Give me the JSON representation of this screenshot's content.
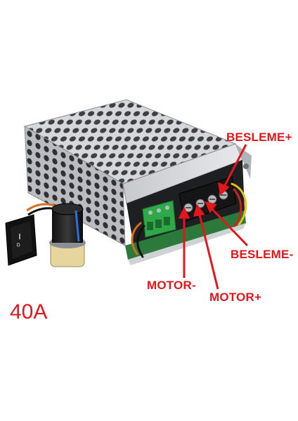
{
  "labels": {
    "besleme_plus": "BESLEME+",
    "besleme_minus": "BESLEME-",
    "motor_minus": "MOTOR-",
    "motor_plus": "MOTOR+"
  },
  "rating": "40A",
  "colors": {
    "accent_red": "#e3161b",
    "background": "#ffffff",
    "terminal_green": "#2fa84a",
    "casing_metal": "#c9ccd0"
  },
  "icons": [
    "rocker-switch-icon",
    "potentiometer-knob-icon",
    "green-terminal-block-icon",
    "screw-terminal-block-icon"
  ]
}
